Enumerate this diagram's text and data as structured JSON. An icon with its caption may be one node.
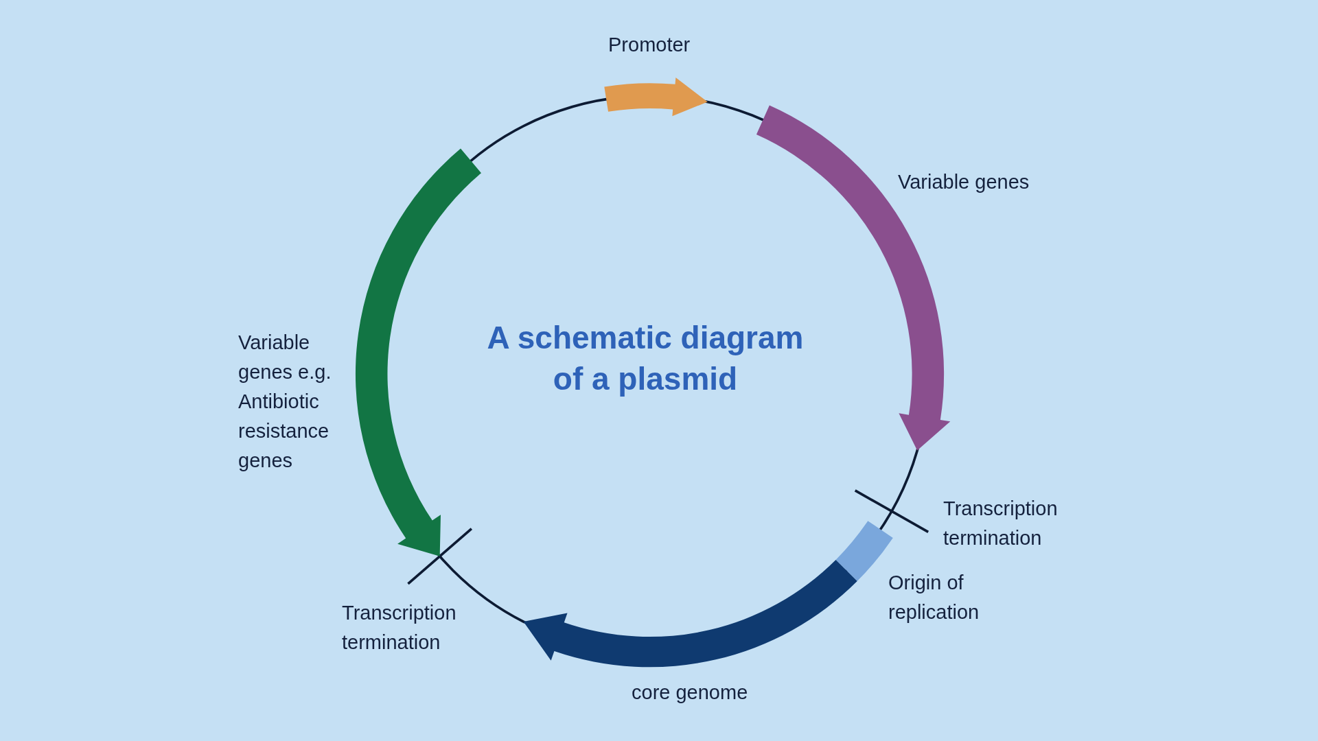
{
  "diagram": {
    "title": "A schematic diagram of a plasmid",
    "labels": [
      "Promoter",
      "Variable genes",
      "Variable genes e.g. Antibiotic resistance genes",
      "Transcription termination",
      "Origin of replication",
      "core genome",
      "Transcription termination"
    ]
  }
}
